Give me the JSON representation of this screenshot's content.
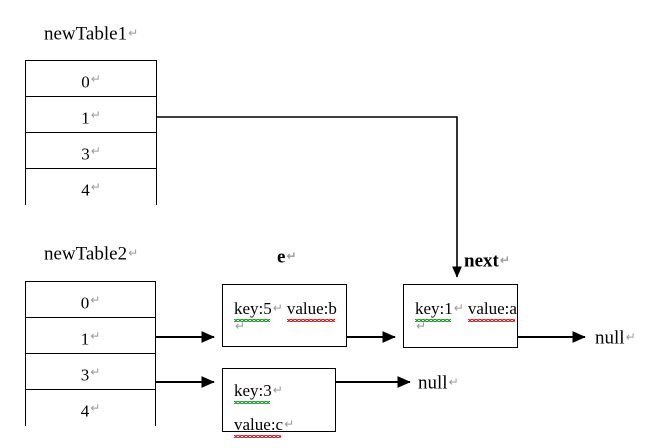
{
  "diagram": {
    "title": "HashMap resize / rehash linked-bucket diagram",
    "cr_mark": "↵",
    "colors": {
      "stroke": "#000000",
      "background": "#ffffff",
      "spell_key_underline": "#1f9b2f",
      "spell_value_underline": "#d2232a",
      "cr_mark": "#9a9a9a"
    }
  },
  "captions": {
    "new_table_1": "newTable1",
    "new_table_2": "newTable2",
    "pointer_e": "e",
    "pointer_next": "next"
  },
  "tables": [
    {
      "name": "newTable1",
      "cells": [
        "0",
        "1",
        "3",
        "4"
      ]
    },
    {
      "name": "newTable2",
      "cells": [
        "0",
        "1",
        "3",
        "4"
      ]
    }
  ],
  "nodes": [
    {
      "id": "node-e",
      "key": "key:5",
      "value": "value:b"
    },
    {
      "id": "node-next",
      "key": "key:1",
      "value": "value:a"
    },
    {
      "id": "node-bucket3",
      "key": "key:3",
      "value": "value:c"
    }
  ],
  "terminators": [
    {
      "id": "null-after-node-next",
      "label": "null"
    },
    {
      "id": "null-after-node-bucket3",
      "label": "null"
    }
  ]
}
